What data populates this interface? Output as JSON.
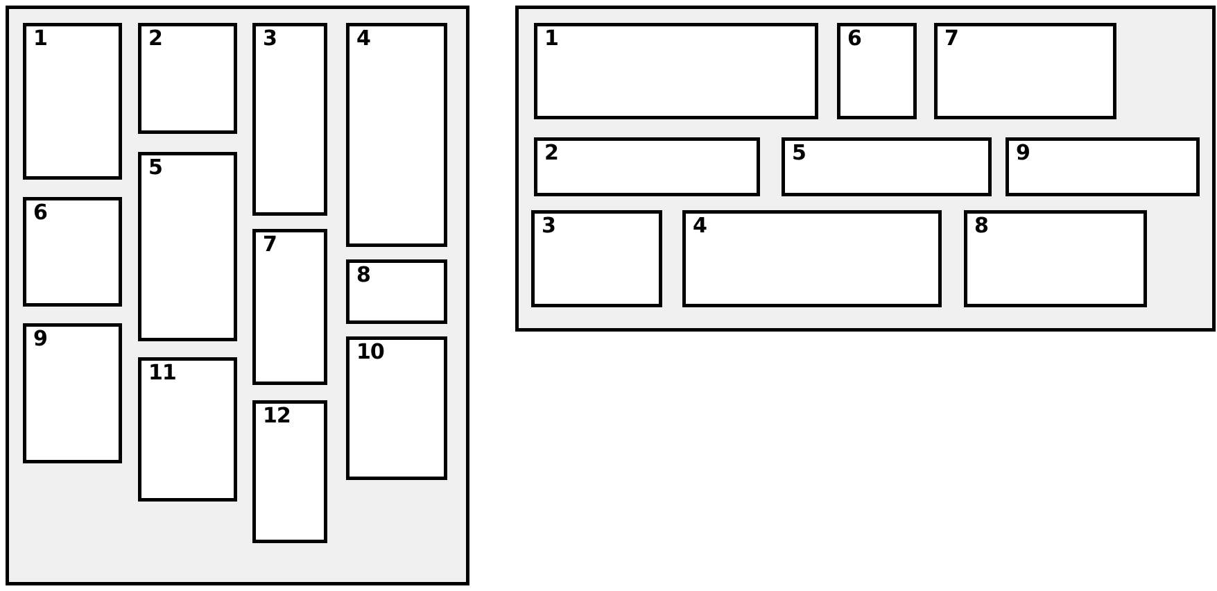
{
  "panels": {
    "left": {
      "items": [
        "1",
        "2",
        "3",
        "4",
        "5",
        "6",
        "7",
        "8",
        "9",
        "10",
        "11",
        "12"
      ]
    },
    "right": {
      "items": [
        "1",
        "2",
        "3",
        "4",
        "5",
        "6",
        "7",
        "8",
        "9"
      ]
    }
  },
  "colors": {
    "page_background": "#ffffff",
    "panel_background": "#f0f0f0",
    "box_background": "#ffffff",
    "border": "#000000",
    "label_text": "#000000"
  }
}
